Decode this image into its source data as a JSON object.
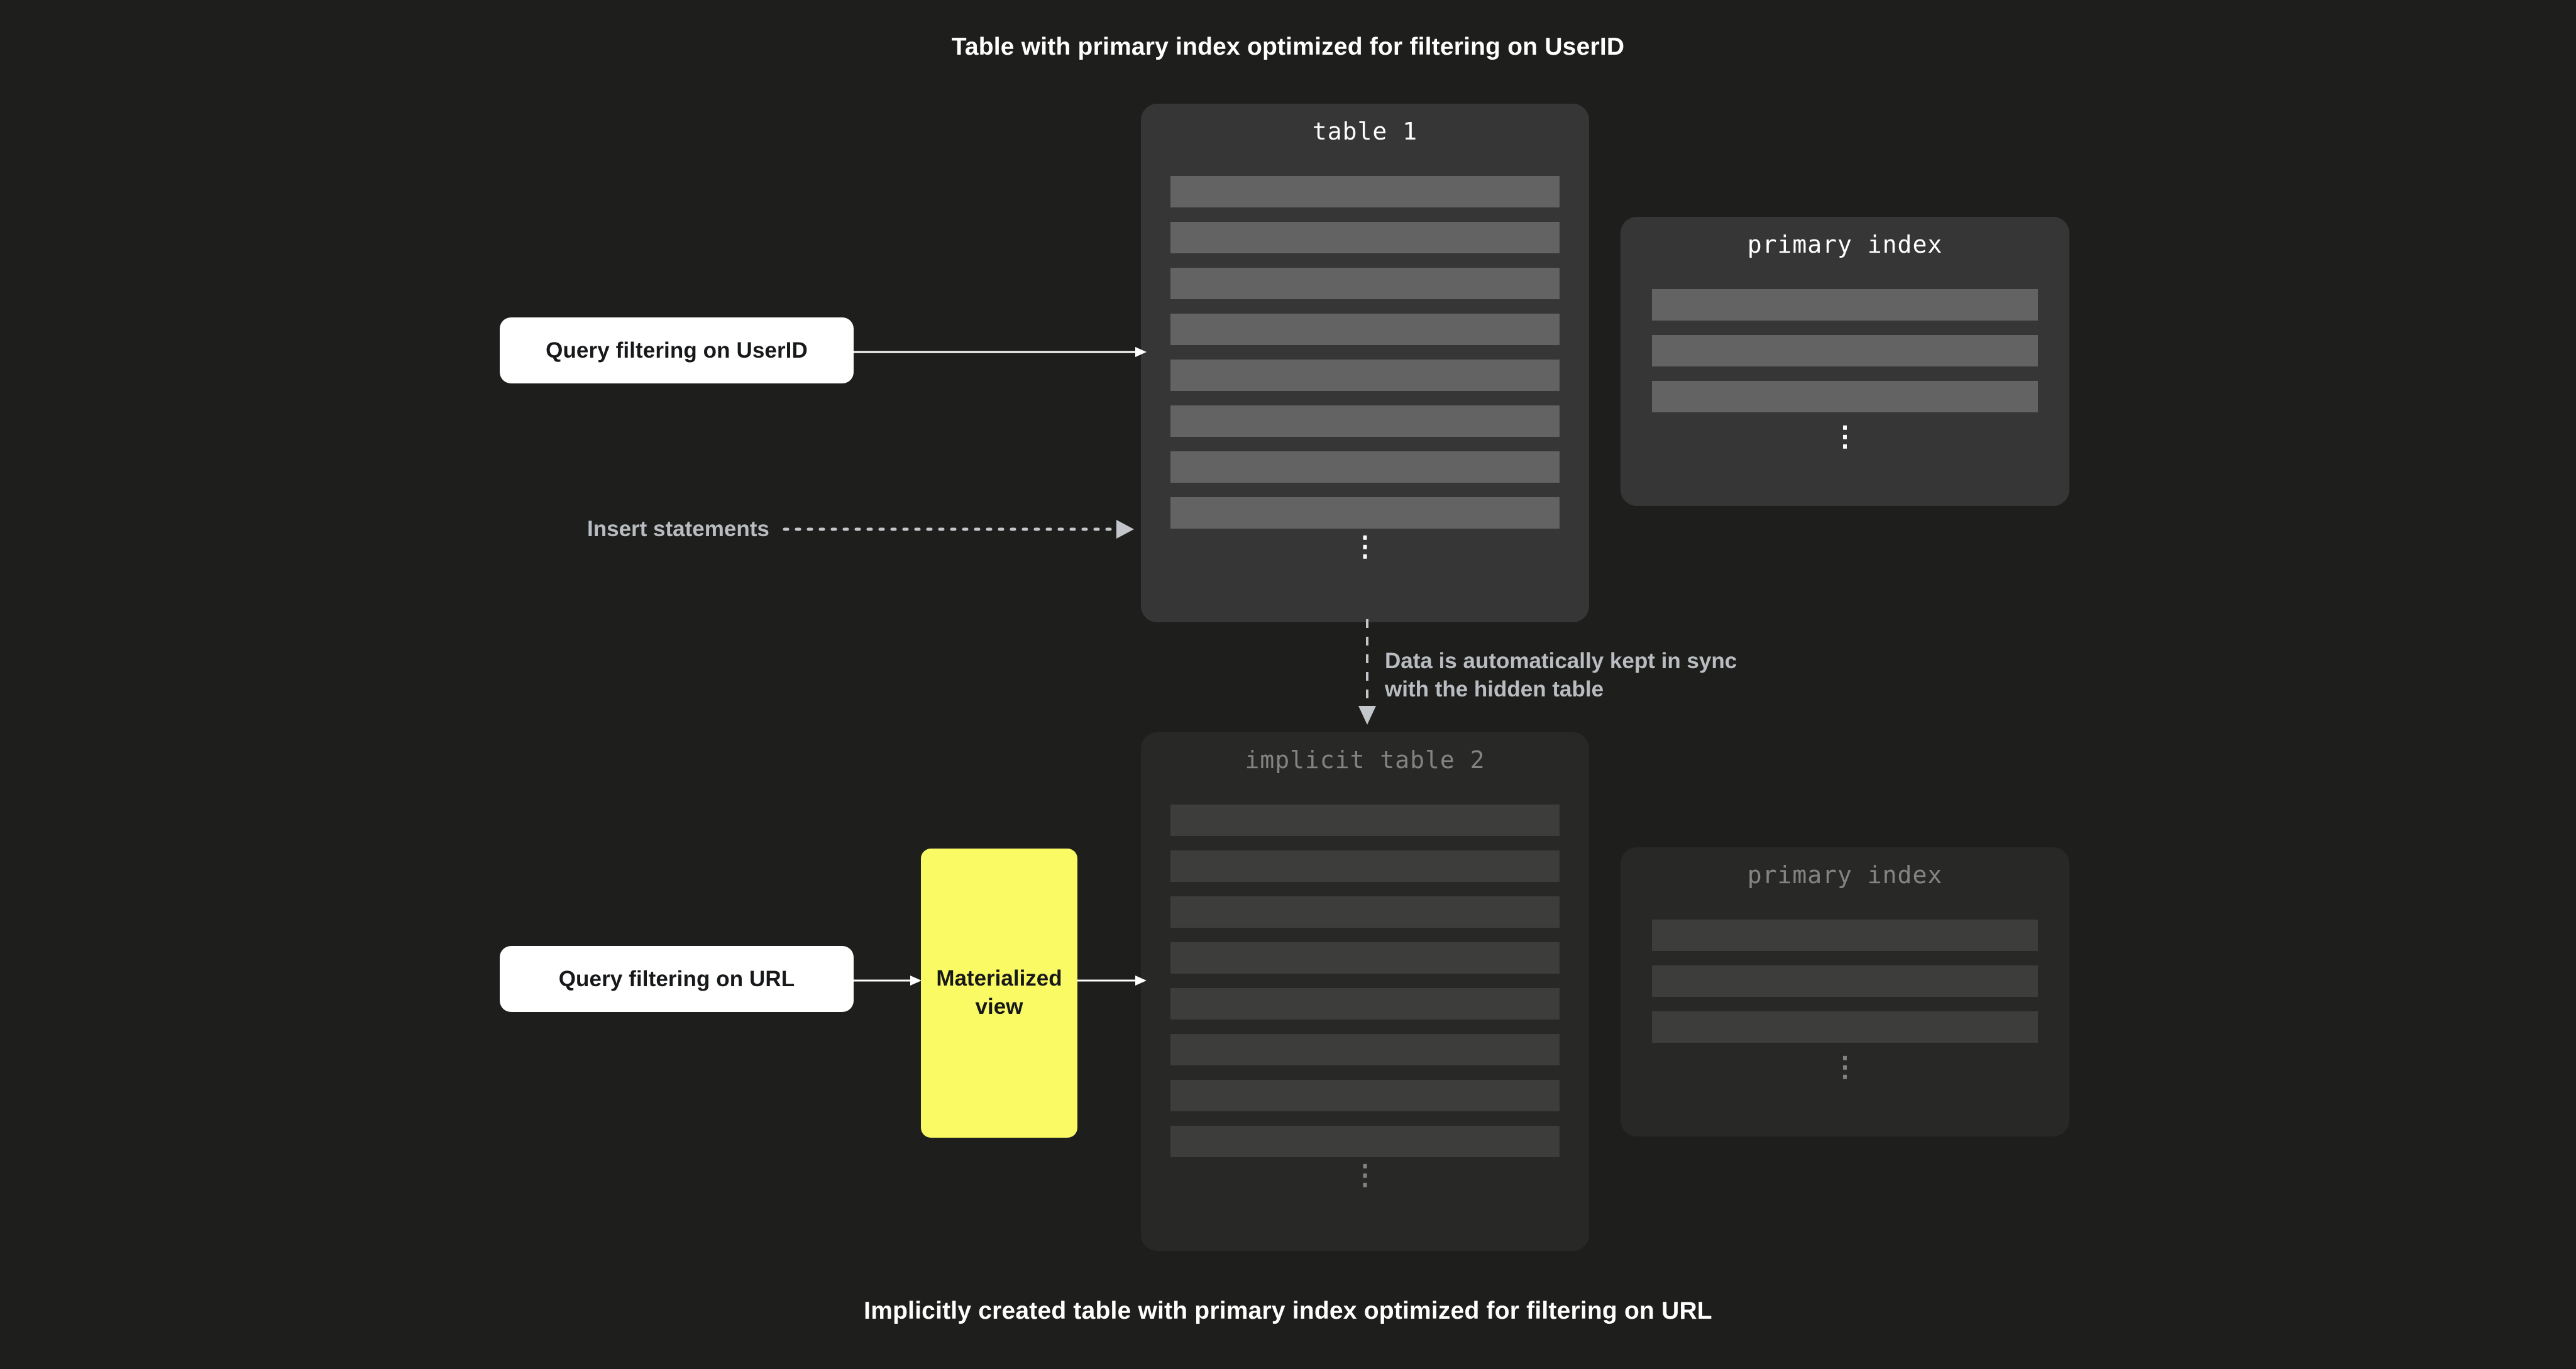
{
  "theme": {
    "background": "#1e1f1c",
    "card_bg": "#363636",
    "row_bg": "#636363",
    "accent_yellow": "#FAFA64",
    "query_box_bg": "#ffffff",
    "caption_color": "#ffffff",
    "note_color": "#b9bcc0"
  },
  "captions": {
    "top": "Table with primary index optimized for filtering on UserID",
    "bottom": "Implicitly created table with primary index optimized for filtering on URL"
  },
  "cards": {
    "table_1": {
      "title": "table 1",
      "row_count": 8,
      "ellipsis": "⋮"
    },
    "primary_index_1": {
      "title": "primary index",
      "row_count": 3,
      "ellipsis": "⋮"
    },
    "table_2": {
      "title": "implicit table 2",
      "row_count": 8,
      "ellipsis": "⋮"
    },
    "primary_index_2": {
      "title": "primary index",
      "row_count": 3,
      "ellipsis": "⋮"
    }
  },
  "boxes": {
    "query_userid": "Query filtering on UserID",
    "query_url": "Query filtering on URL",
    "materialized_view": "Materialized view"
  },
  "notes": {
    "insert_statements": "Insert statements",
    "sync": "Data is automatically kept in sync\nwith the hidden table"
  }
}
